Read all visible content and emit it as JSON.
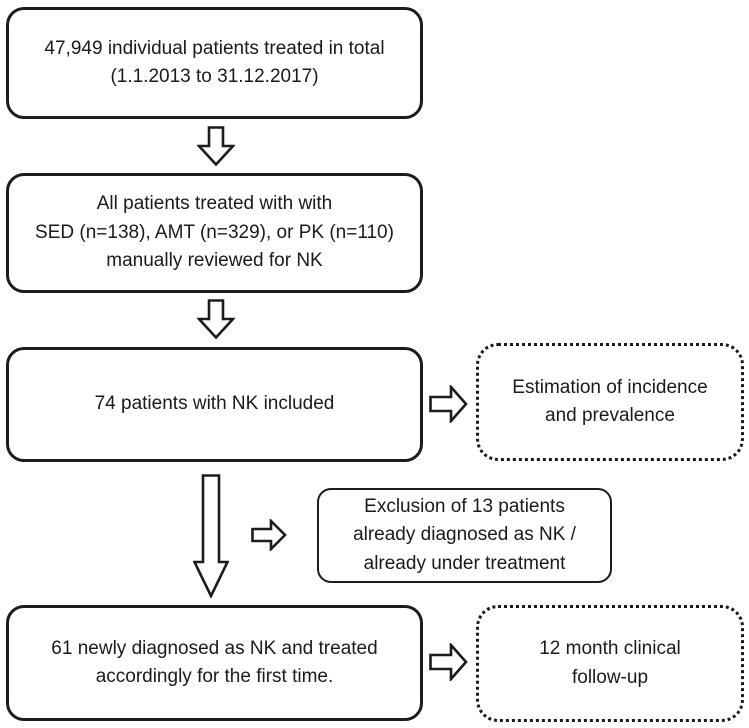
{
  "colors": {
    "background": "#ffffff",
    "line": "#1c1c1c",
    "text": "#1a1a1a"
  },
  "flowchart": {
    "nodes": {
      "total_patients": {
        "text": "47,949 individual patients treated in total\n(1.1.2013 to 31.12.2017)",
        "style": "solid-rounded"
      },
      "reviewed_patients": {
        "text": "All patients treated with with\nSED (n=138), AMT (n=329), or PK (n=110)\nmanually reviewed for NK",
        "style": "solid-rounded"
      },
      "nk_included": {
        "text": "74 patients with NK included",
        "style": "solid-rounded"
      },
      "estimation": {
        "text": "Estimation of incidence\nand prevalence",
        "style": "dotted-rounded"
      },
      "exclusion": {
        "text": "Exclusion of 13 patients\nalready diagnosed as NK /\nalready under treatment",
        "style": "solid-rounded"
      },
      "newly_diagnosed": {
        "text": "61 newly diagnosed as NK and treated\naccordingly for the first time.",
        "style": "solid-rounded"
      },
      "follow_up": {
        "text": "12 month clinical\nfollow-up",
        "style": "dotted-rounded"
      }
    },
    "connections": [
      {
        "from": "total_patients",
        "to": "reviewed_patients",
        "arrow": "down-block-arrow"
      },
      {
        "from": "reviewed_patients",
        "to": "nk_included",
        "arrow": "down-block-arrow"
      },
      {
        "from": "nk_included",
        "to": "estimation",
        "arrow": "right-block-arrow"
      },
      {
        "from": "nk_included",
        "to": "newly_diagnosed",
        "arrow": "long-down-block-arrow"
      },
      {
        "from": "nk_included",
        "to": "exclusion",
        "arrow": "small-right-block-arrow"
      },
      {
        "from": "newly_diagnosed",
        "to": "follow_up",
        "arrow": "right-block-arrow"
      }
    ]
  }
}
